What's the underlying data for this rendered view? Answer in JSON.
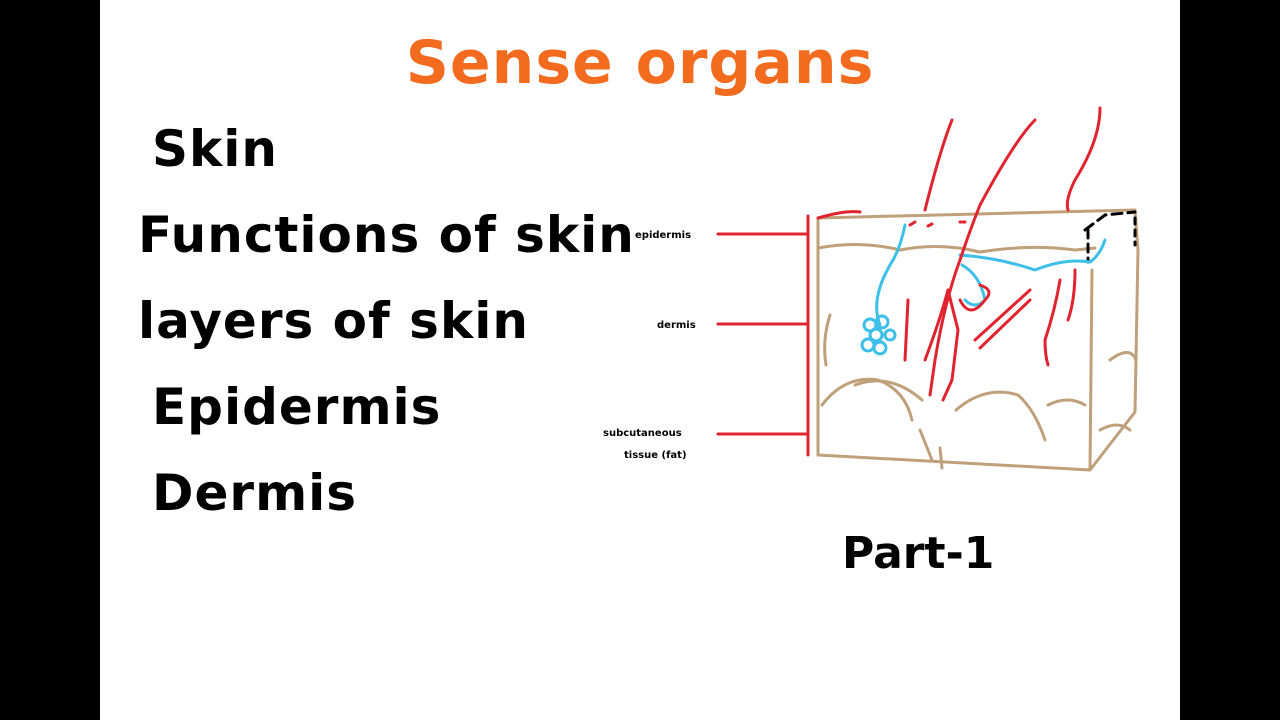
{
  "title": "Sense organs",
  "topics": [
    "Skin",
    "Functions of skin",
    "layers of skin",
    "Epidermis",
    "Dermis"
  ],
  "diagram": {
    "labels": {
      "epidermis": "epidermis",
      "dermis": "dermis",
      "subcutaneous_line1": "subcutaneous",
      "subcutaneous_line2": "tissue (fat)"
    }
  },
  "part": "Part-1",
  "colors": {
    "title": "#f26b1f",
    "text": "#000000",
    "accent_letters": "#1a6fc4",
    "nerve_red": "#e0242f",
    "skin_outline": "#bfa07a",
    "vessel_blue": "#3cbfe8"
  }
}
